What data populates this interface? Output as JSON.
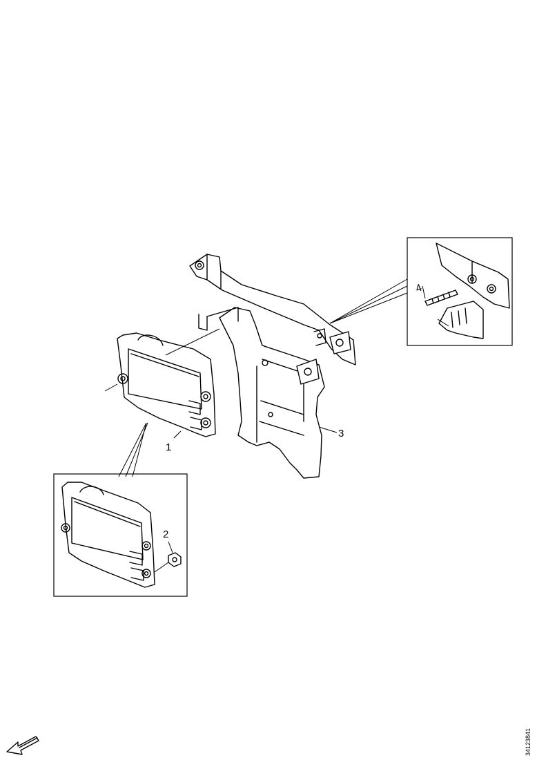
{
  "callouts": {
    "module": "1",
    "nut": "2",
    "bracket": "3",
    "stud": "4"
  },
  "reference_code": "34123841",
  "icons": {
    "orientation": "front-direction-arrow-icon"
  }
}
